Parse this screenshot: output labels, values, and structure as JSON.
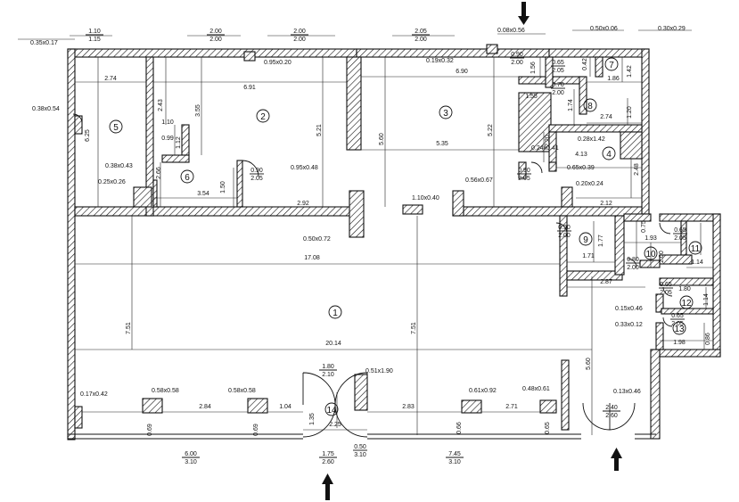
{
  "rooms": [
    "1",
    "2",
    "3",
    "4",
    "5",
    "6",
    "7",
    "8",
    "9",
    "10",
    "11",
    "12",
    "13",
    "14"
  ],
  "openings": [
    {
      "top": "1.10",
      "bottom": "1.15"
    },
    {
      "top": "2.00",
      "bottom": "2.00"
    },
    {
      "top": "2.00",
      "bottom": "2.00"
    },
    {
      "top": "2.05",
      "bottom": "2.00"
    },
    {
      "top": "0.90",
      "bottom": "2.00"
    },
    {
      "top": "0.70",
      "bottom": "2.00"
    },
    {
      "top": "0.65",
      "bottom": "2.05"
    },
    {
      "top": "1.10",
      "bottom": "0.99"
    },
    {
      "top": "0.90",
      "bottom": "2.05"
    },
    {
      "top": "0.90",
      "bottom": "2.05"
    },
    {
      "top": "0.90",
      "bottom": "2.00"
    },
    {
      "top": "0.80",
      "bottom": "2.00"
    },
    {
      "top": "0.65",
      "bottom": "2.05"
    },
    {
      "top": "0.65",
      "bottom": "2.05"
    },
    {
      "top": "0.65",
      "bottom": "2.05"
    },
    {
      "top": "1.80",
      "bottom": "2.10"
    },
    {
      "top": "2.40",
      "bottom": "2.60"
    },
    {
      "top": "6.00",
      "bottom": "3.10"
    },
    {
      "top": "1.75",
      "bottom": "2.60"
    },
    {
      "top": "0.50",
      "bottom": "3.10"
    },
    {
      "top": "7.45",
      "bottom": "3.10"
    }
  ],
  "dimensions": [
    "2.74",
    "6.91",
    "6.90",
    "17.08",
    "20.14",
    "5.35",
    "4.13",
    "2.74",
    "1.86",
    "1.42",
    "1.56",
    "1.55",
    "0.42",
    "1.74",
    "1.20",
    "2.20",
    "2.48",
    "2.12",
    "2.92",
    "3.54",
    "1.50",
    "2.66",
    "1.12",
    "2.43",
    "3.55",
    "5.21",
    "5.22",
    "5.60",
    "6.25",
    "7.51",
    "7.51",
    "5.60",
    "1.71",
    "1.77",
    "1.93",
    "0.75",
    "2.00",
    "1.14",
    "1.80",
    "1.14",
    "1.98",
    "0.86",
    "2.87",
    "2.84",
    "1.04",
    "2.83",
    "2.71",
    "1.35",
    "2.25",
    "0.69",
    "0.69",
    "0.66",
    "0.65"
  ],
  "elements": [
    "0.35x0.17",
    "0.38x0.54",
    "0.95x0.20",
    "0.19x0.32",
    "0.08x0.56",
    "0.50x0.06",
    "0.30x0.29",
    "0.24x0.41",
    "0.28x1.42",
    "0.38x0.43",
    "0.25x0.26",
    "0.95x0.48",
    "0.56x0.67",
    "0.65x0.39",
    "0.20x0.24",
    "1.10x0.40",
    "0.50x0.72",
    "0.15x0.46",
    "0.33x0.12",
    "0.17x0.42",
    "0.58x0.58",
    "0.58x0.58",
    "0.51x1.90",
    "0.61x0.92",
    "0.48x0.61",
    "0.13x0.46"
  ]
}
